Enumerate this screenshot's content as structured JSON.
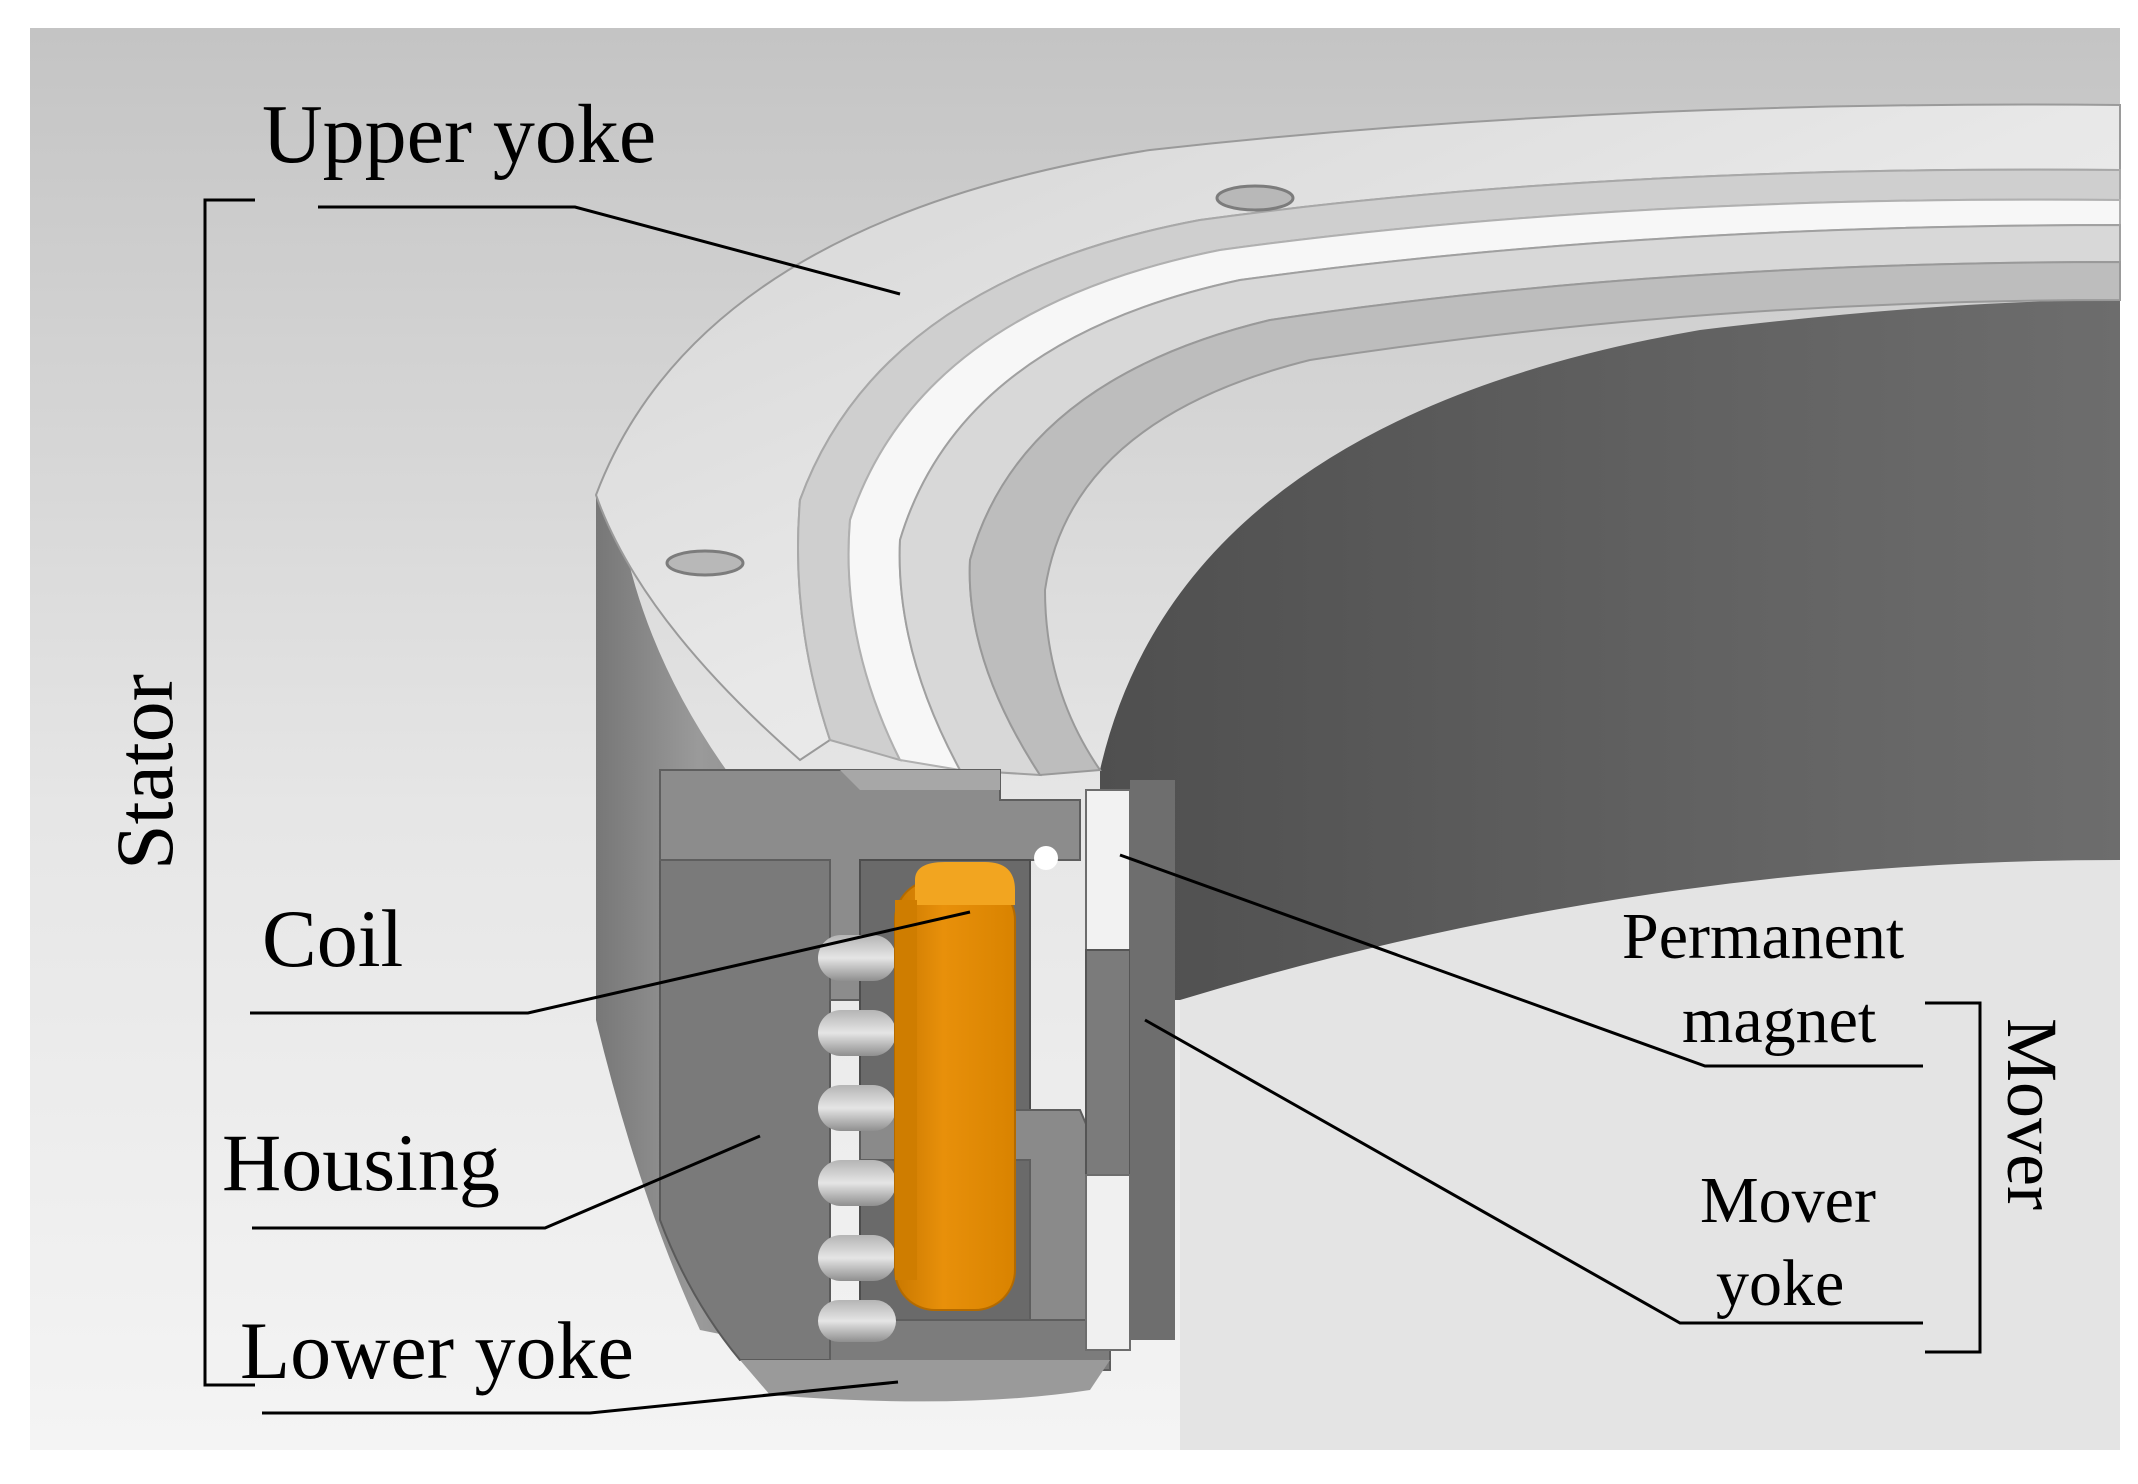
{
  "labels": {
    "upper_yoke": "Upper yoke",
    "stator": "Stator",
    "coil": "Coil",
    "housing": "Housing",
    "lower_yoke": "Lower yoke",
    "permanent_magnet_line1": "Permanent",
    "permanent_magnet_line2": "magnet",
    "mover": "Mover",
    "mover_yoke_line1": "Mover",
    "mover_yoke_line2": "yoke"
  },
  "colors": {
    "background_top": "#c9c9c9",
    "background_bottom": "#f3f3f3",
    "ring_top": "#e0e0e0",
    "ring_side": "#8a8a8a",
    "section_grey": "#7d7d7d",
    "inner_dark": "#5b5b5b",
    "coil": "#e08a00",
    "coil_highlight": "#f2a520",
    "line": "#000000"
  }
}
